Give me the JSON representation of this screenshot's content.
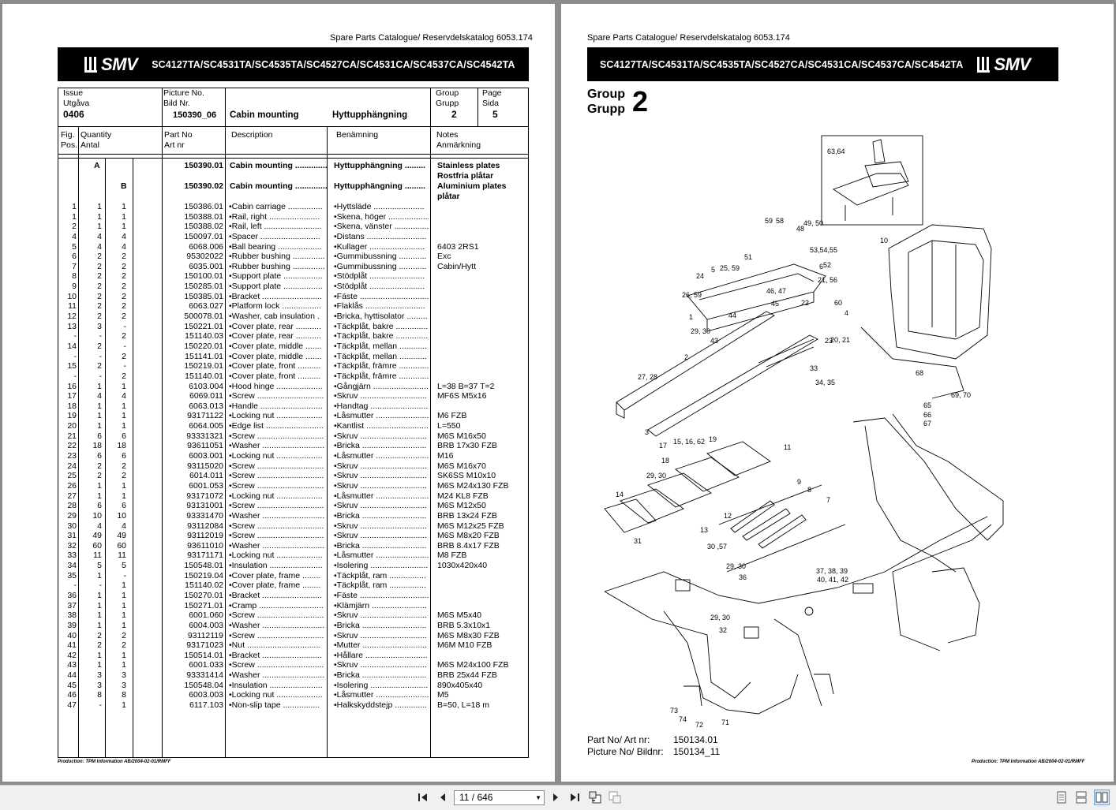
{
  "header": {
    "catalog_title": "Spare Parts Catalogue/ Reservdelskatalog 6053.174",
    "models": "SC4127TA/SC4531TA/SC4535TA/SC4527CA/SC4531CA/SC4537CA/SC4542TA",
    "logo": "SMV"
  },
  "info": {
    "issue_label1": "Issue",
    "issue_label2": "Utgåva",
    "issue_value": "0406",
    "picture_label1": "Picture No.",
    "picture_label2": "Bild Nr.",
    "picture_value": "150390_06",
    "title_en": "Cabin mounting",
    "title_sv": "Hyttupphängning",
    "group_label1": "Group",
    "group_label2": "Grupp",
    "group_value": "2",
    "page_label1": "Page",
    "page_label2": "Sida",
    "page_value": "5"
  },
  "columns": {
    "fig1": "Fig.",
    "fig2": "Pos.",
    "qty1": "Quantity",
    "qty2": "Antal",
    "part1": "Part No",
    "part2": "Art nr",
    "desc": "Description",
    "ben": "Benämning",
    "notes1": "Notes",
    "notes2": "Anmärkning"
  },
  "variants": [
    {
      "col": "A",
      "part": "150390.01",
      "desc": "Cabin mounting ..............",
      "ben": "Hyttupphängning .........",
      "notes": [
        "Stainless plates",
        "Rostfria plåtar"
      ]
    },
    {
      "col": "B",
      "part": "150390.02",
      "desc": "Cabin mounting ..............",
      "ben": "Hyttupphängning .........",
      "notes": [
        "Aluminium plates",
        "plåtar"
      ]
    }
  ],
  "rows": [
    [
      "1",
      "1",
      "1",
      "150386.01",
      "•Cabin carriage ...............",
      "•Hyttsläde ......................",
      ""
    ],
    [
      "1",
      "1",
      "1",
      "150388.01",
      "•Rail, right ......................",
      "•Skena, höger ..................",
      ""
    ],
    [
      "2",
      "1",
      "1",
      "150388.02",
      "•Rail, left .........................",
      "•Skena, vänster ................",
      ""
    ],
    [
      "4",
      "4",
      "4",
      "150097.01",
      "•Spacer ..........................",
      "•Distans ..........................",
      ""
    ],
    [
      "5",
      "4",
      "4",
      "6068.006",
      "•Ball bearing ...................",
      "•Kullager ........................",
      "6403 2RS1"
    ],
    [
      "6",
      "2",
      "2",
      "95302022",
      "•Rubber bushing ..............",
      "•Gummibussning ............",
      "Exc"
    ],
    [
      "7",
      "2",
      "2",
      "6035.001",
      "•Rubber bushing ..............",
      "•Gummibussning ............",
      "Cabin/Hytt"
    ],
    [
      "8",
      "2",
      "2",
      "150100.01",
      "•Support plate .................",
      "•Stödplåt ........................",
      ""
    ],
    [
      "9",
      "2",
      "2",
      "150285.01",
      "•Support plate .................",
      "•Stödplåt ........................",
      ""
    ],
    [
      "10",
      "2",
      "2",
      "150385.01",
      "•Bracket ..........................",
      "•Fäste ..............................",
      ""
    ],
    [
      "11",
      "2",
      "2",
      "6063.027",
      "•Platform lock .................",
      "•Flaklås ..........................",
      ""
    ],
    [
      "12",
      "2",
      "2",
      "500078.01",
      "•Washer, cab insulation .",
      "•Bricka, hyttisolator .........",
      ""
    ],
    [
      "13",
      "3",
      "-",
      "150221.01",
      "•Cover plate, rear ...........",
      "•Täckplåt, bakre ..............",
      ""
    ],
    [
      "-",
      "-",
      "2",
      "151140.03",
      "•Cover plate, rear ...........",
      "•Täckplåt, bakre ..............",
      ""
    ],
    [
      "14",
      "2",
      "-",
      "150220.01",
      "•Cover plate, middle .......",
      "•Täckplåt, mellan ............",
      ""
    ],
    [
      "-",
      "-",
      "2",
      "151141.01",
      "•Cover plate, middle .......",
      "•Täckplåt, mellan ............",
      ""
    ],
    [
      "15",
      "2",
      "-",
      "150219.01",
      "•Cover plate, front ..........",
      "•Täckplåt, främre .............",
      ""
    ],
    [
      "-",
      "-",
      "2",
      "151140.01",
      "•Cover plate, front ..........",
      "•Täckplåt, främre .............",
      ""
    ],
    [
      "16",
      "1",
      "1",
      "6103.004",
      "•Hood hinge ....................",
      "•Gångjärn ........................",
      "L=38 B=37 T=2"
    ],
    [
      "17",
      "4",
      "4",
      "6069.011",
      "•Screw .............................",
      "•Skruv .............................",
      "MF6S M5x16"
    ],
    [
      "18",
      "1",
      "1",
      "6063.013",
      "•Handle ...........................",
      "•Handtag .........................",
      ""
    ],
    [
      "19",
      "1",
      "1",
      "93171122",
      "•Locking nut ....................",
      "•Låsmutter .......................",
      "M6 FZB"
    ],
    [
      "20",
      "1",
      "1",
      "6064.005",
      "•Edge list .........................",
      "•Kantlist ...........................",
      "L=550"
    ],
    [
      "21",
      "6",
      "6",
      "93331321",
      "•Screw .............................",
      "•Skruv .............................",
      "M6S M16x50"
    ],
    [
      "22",
      "18",
      "18",
      "93611051",
      "•Washer ...........................",
      "•Bricka ............................",
      "BRB 17x30 FZB"
    ],
    [
      "23",
      "6",
      "6",
      "6003.001",
      "•Locking nut ....................",
      "•Låsmutter .......................",
      "M16"
    ],
    [
      "24",
      "2",
      "2",
      "93115020",
      "•Screw .............................",
      "•Skruv .............................",
      "M6S M16x70"
    ],
    [
      "25",
      "2",
      "2",
      "6014.011",
      "•Screw .............................",
      "•Skruv .............................",
      "SK6SS M10x10"
    ],
    [
      "26",
      "1",
      "1",
      "6001.053",
      "•Screw .............................",
      "•Skruv .............................",
      "M6S M24x130 FZB"
    ],
    [
      "27",
      "1",
      "1",
      "93171072",
      "•Locking nut ....................",
      "•Låsmutter .......................",
      "M24 KL8 FZB"
    ],
    [
      "28",
      "6",
      "6",
      "93131001",
      "•Screw .............................",
      "•Skruv .............................",
      "M6S M12x50"
    ],
    [
      "29",
      "10",
      "10",
      "93331470",
      "•Washer ...........................",
      "•Bricka ............................",
      "BRB 13x24 FZB"
    ],
    [
      "30",
      "4",
      "4",
      "93112084",
      "•Screw .............................",
      "•Skruv .............................",
      "M6S M12x25 FZB"
    ],
    [
      "31",
      "49",
      "49",
      "93112019",
      "•Screw .............................",
      "•Skruv .............................",
      "M6S M8x20 FZB"
    ],
    [
      "32",
      "60",
      "60",
      "93611010",
      "•Washer ...........................",
      "•Bricka ............................",
      "BRB 8.4x17 FZB"
    ],
    [
      "33",
      "11",
      "11",
      "93171171",
      "•Locking nut ....................",
      "•Låsmutter .......................",
      "M8 FZB"
    ],
    [
      "34",
      "5",
      "5",
      "150548.01",
      "•Insulation .......................",
      "•Isolering .........................",
      "1030x420x40"
    ],
    [
      "35",
      "1",
      "-",
      "150219.04",
      "•Cover plate, frame ........",
      "•Täckplåt, ram ................",
      ""
    ],
    [
      "-",
      "-",
      "1",
      "151140.02",
      "•Cover plate, frame ........",
      "•Täckplåt, ram ................",
      ""
    ],
    [
      "36",
      "1",
      "1",
      "150270.01",
      "•Bracket ..........................",
      "•Fäste ..............................",
      ""
    ],
    [
      "37",
      "1",
      "1",
      "150271.01",
      "•Cramp ............................",
      "•Klämjärn ........................",
      ""
    ],
    [
      "38",
      "1",
      "1",
      "6001.060",
      "•Screw .............................",
      "•Skruv .............................",
      "M6S M5x40"
    ],
    [
      "39",
      "1",
      "1",
      "6004.003",
      "•Washer ...........................",
      "•Bricka ............................",
      "BRB 5.3x10x1"
    ],
    [
      "40",
      "2",
      "2",
      "93112119",
      "•Screw .............................",
      "•Skruv .............................",
      "M6S M8x30 FZB"
    ],
    [
      "41",
      "2",
      "2",
      "93171023",
      "•Nut ................................",
      "•Mutter ............................",
      "M6M M10 FZB"
    ],
    [
      "42",
      "1",
      "1",
      "150514.01",
      "•Bracket ..........................",
      "•Hållare ...........................",
      ""
    ],
    [
      "43",
      "1",
      "1",
      "6001.033",
      "•Screw .............................",
      "•Skruv .............................",
      "M6S M24x100 FZB"
    ],
    [
      "44",
      "3",
      "3",
      "93331414",
      "•Washer ...........................",
      "•Bricka ............................",
      "BRB 25x44 FZB"
    ],
    [
      "45",
      "3",
      "3",
      "150548.04",
      "•Insulation .......................",
      "•Isolering .........................",
      "890x405x40"
    ],
    [
      "46",
      "8",
      "8",
      "6003.003",
      "•Locking nut ....................",
      "•Låsmutter .......................",
      "M5"
    ],
    [
      "47",
      "-",
      "1",
      "6117.103",
      "•Non-slip tape ................",
      "•Halkskyddstejp ..............",
      "B=50, L=18 m"
    ]
  ],
  "production_note": "Production: TPM Information AB/2004-02-01/RMFF",
  "right": {
    "group_label1": "Group",
    "group_label2": "Grupp",
    "group_value": "2",
    "part_no_label": "Part No/ Art nr:",
    "part_no_value": "150134.01",
    "picture_no_label": "Picture No/ Bildnr:",
    "picture_no_value": "150134_11",
    "callouts": [
      "63,64",
      "59",
      "58",
      "49, 50",
      "48",
      "10",
      "53,54,55",
      "51",
      "52",
      "6",
      "5",
      "25, 59",
      "24",
      "21, 56",
      "26, 59",
      "46, 47",
      "45",
      "22",
      "60",
      "4",
      "1",
      "44",
      "29, 30",
      "43",
      "23",
      "20, 21",
      "2",
      "33",
      "34, 35",
      "27, 28",
      "68",
      "69, 70",
      "65",
      "66",
      "67",
      "3",
      "15, 16, 62",
      "19",
      "17",
      "11",
      "18",
      "29, 30",
      "9",
      "8",
      "14",
      "7",
      "12",
      "13",
      "31",
      "30 ,57",
      "29, 30",
      "37, 38, 39",
      "36",
      "40, 41, 42",
      "29, 30",
      "32",
      "73",
      "74",
      "72",
      "71"
    ]
  },
  "toolbar": {
    "page_indicator": "11 / 646"
  }
}
